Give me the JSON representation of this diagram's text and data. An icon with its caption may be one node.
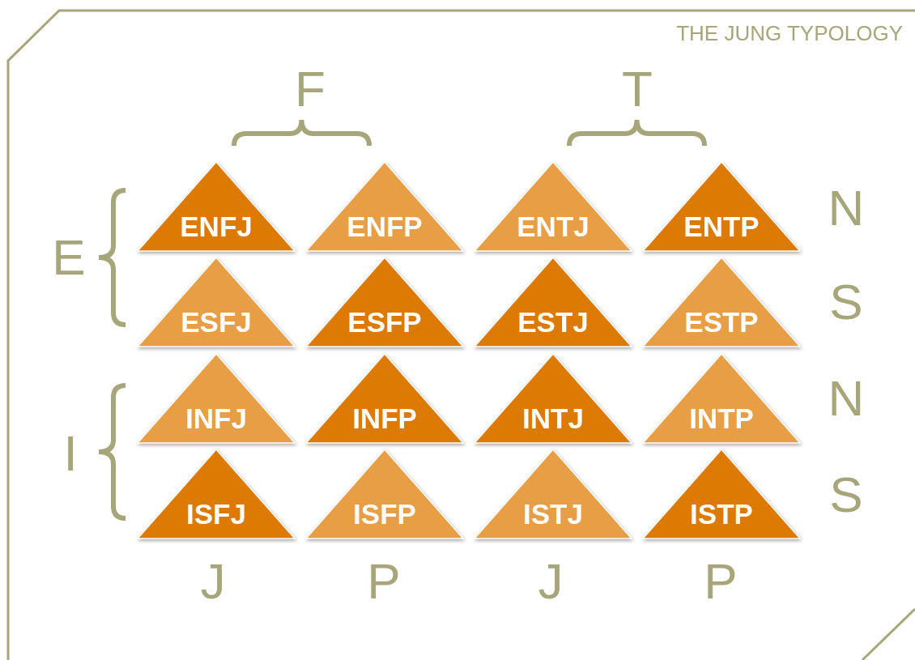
{
  "diagram": {
    "title": "THE JUNG TYPOLOGY",
    "nodes": [
      {
        "text": [
          "ENFJ"
        ]
      },
      {
        "text": [
          "ENFP"
        ]
      },
      {
        "text": [
          "ENTJ"
        ]
      },
      {
        "text": [
          "ENTP"
        ]
      },
      {
        "text": [
          "ESFJ"
        ]
      },
      {
        "text": [
          "ESFP"
        ]
      },
      {
        "text": [
          "ESTJ"
        ]
      },
      {
        "text": [
          "ESTP"
        ]
      },
      {
        "text": [
          "INFJ"
        ]
      },
      {
        "text": [
          "INFP"
        ]
      },
      {
        "text": [
          "INTJ"
        ]
      },
      {
        "text": [
          "INTP"
        ]
      },
      {
        "text": [
          "ISFJ"
        ]
      },
      {
        "text": [
          "ISFP"
        ]
      },
      {
        "text": [
          "ISTJ"
        ]
      },
      {
        "text": [
          "ISTP"
        ]
      }
    ],
    "labels": [
      "F",
      "T",
      "N",
      "E",
      "S",
      "N",
      "I",
      "S",
      "J",
      "P",
      "J",
      "P"
    ]
  }
}
